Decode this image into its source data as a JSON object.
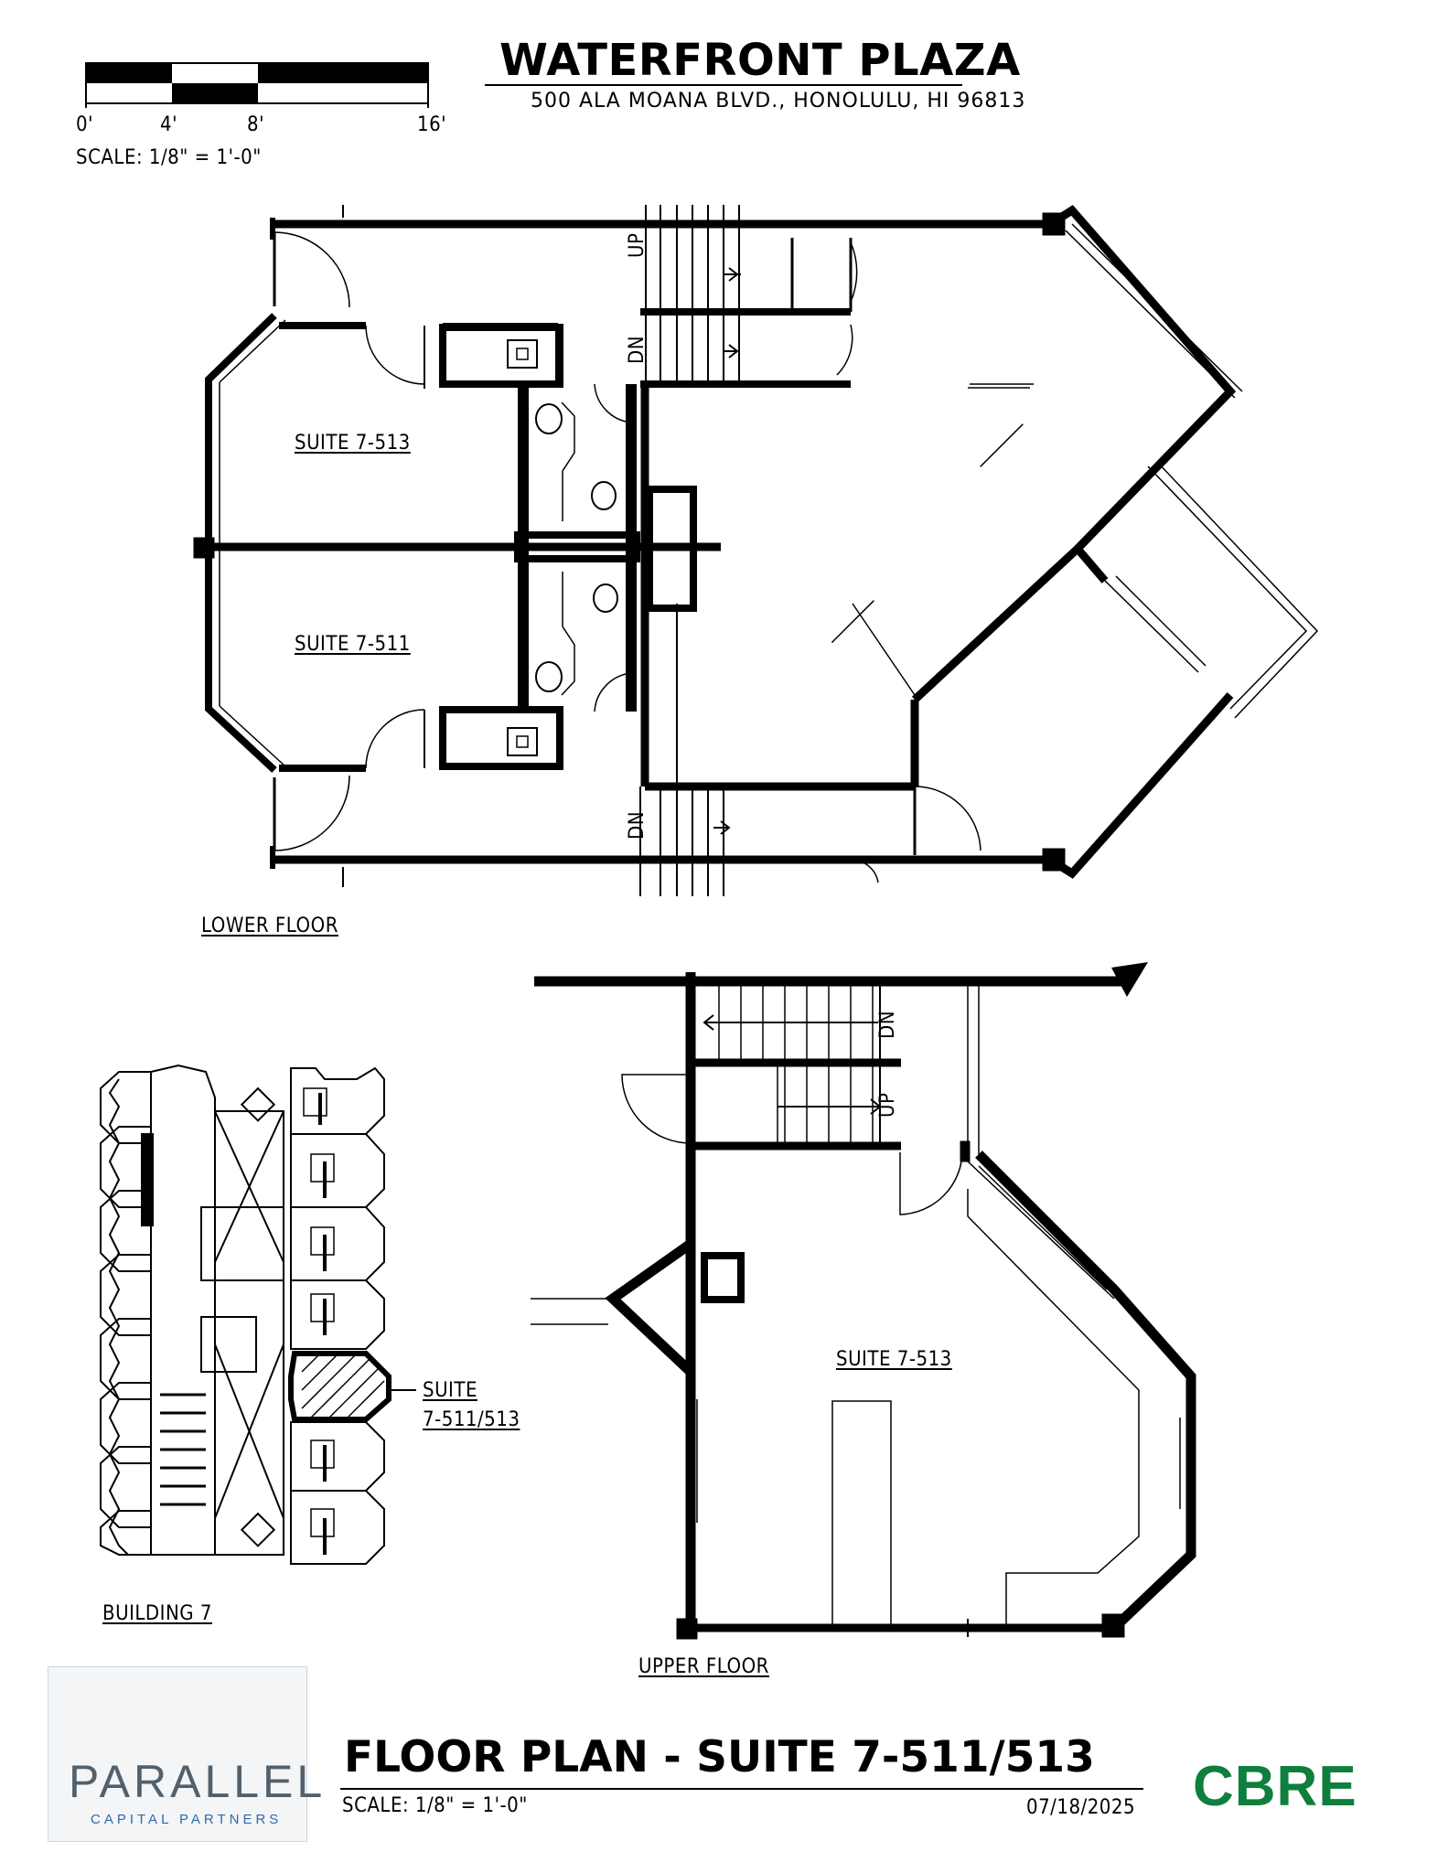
{
  "header": {
    "title": "WATERFRONT PLAZA",
    "address": "500 ALA MOANA BLVD., HONOLULU, HI 96813"
  },
  "scale_bar": {
    "ticks": [
      "0'",
      "4'",
      "8'",
      "16'"
    ],
    "caption": "SCALE:  1/8\" = 1'-0\""
  },
  "lower_floor": {
    "label": "LOWER FLOOR",
    "suite_a": "SUITE 7-513",
    "suite_b": "SUITE 7-511",
    "stair_up": "UP",
    "stair_dn": "DN",
    "stair_dn2": "DN"
  },
  "upper_floor": {
    "label": "UPPER FLOOR",
    "suite": "SUITE 7-513",
    "stair_dn": "DN",
    "stair_up": "UP"
  },
  "key_plan": {
    "label": "BUILDING 7",
    "callout_line1": "SUITE",
    "callout_line2": "7-511/513"
  },
  "footer": {
    "title": "FLOOR PLAN - SUITE 7-511/513",
    "scale": "SCALE:  1/8\" = 1'-0\"",
    "date": "07/18/2025"
  },
  "logos": {
    "parallel_word": "PARALLEL",
    "parallel_sub": "CAPITAL PARTNERS",
    "cbre": "CBRE"
  },
  "colors": {
    "cbre_green": "#0e7f3c",
    "parallel_gray": "#52606d",
    "parallel_blue": "#2f6aa8"
  }
}
